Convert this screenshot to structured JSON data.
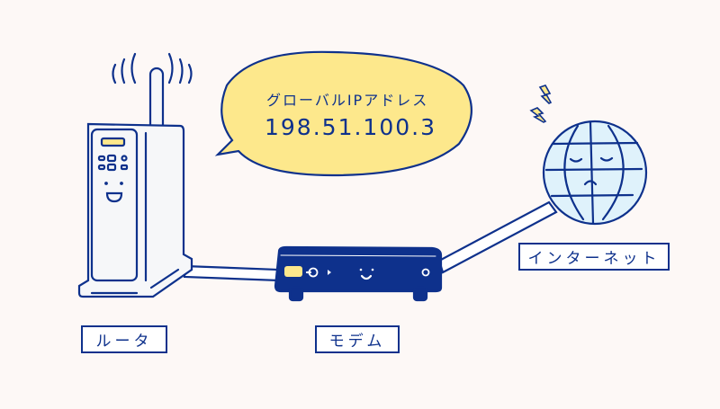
{
  "bubble": {
    "title": "グローバルIPアドレス",
    "ip_address": "198.51.100.3"
  },
  "labels": {
    "router": "ルータ",
    "modem": "モデム",
    "internet": "インターネット"
  },
  "colors": {
    "navy": "#0e318c",
    "yellow": "#fde88c",
    "globe": "#dff2fb",
    "background": "#fdf8f6",
    "device": "#f6f7f9"
  }
}
